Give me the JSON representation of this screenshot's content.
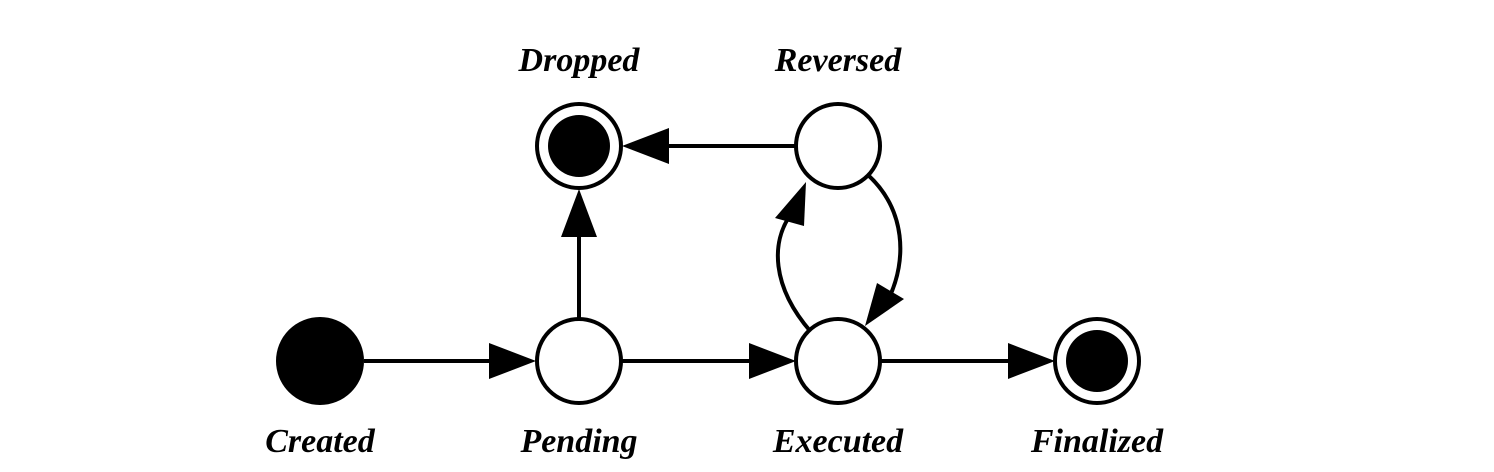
{
  "diagram": {
    "type": "state-machine",
    "colors": {
      "stroke": "#000000",
      "fill_active": "#000000",
      "fill_plain": "#ffffff",
      "background": "#ffffff"
    },
    "states": [
      {
        "id": "created",
        "label": "Created",
        "kind": "initial"
      },
      {
        "id": "pending",
        "label": "Pending",
        "kind": "normal"
      },
      {
        "id": "executed",
        "label": "Executed",
        "kind": "normal"
      },
      {
        "id": "finalized",
        "label": "Finalized",
        "kind": "final"
      },
      {
        "id": "dropped",
        "label": "Dropped",
        "kind": "final"
      },
      {
        "id": "reversed",
        "label": "Reversed",
        "kind": "normal"
      }
    ],
    "transitions": [
      {
        "from": "created",
        "to": "pending"
      },
      {
        "from": "pending",
        "to": "executed"
      },
      {
        "from": "executed",
        "to": "finalized"
      },
      {
        "from": "pending",
        "to": "dropped"
      },
      {
        "from": "reversed",
        "to": "dropped"
      },
      {
        "from": "executed",
        "to": "reversed"
      },
      {
        "from": "reversed",
        "to": "executed"
      }
    ]
  }
}
